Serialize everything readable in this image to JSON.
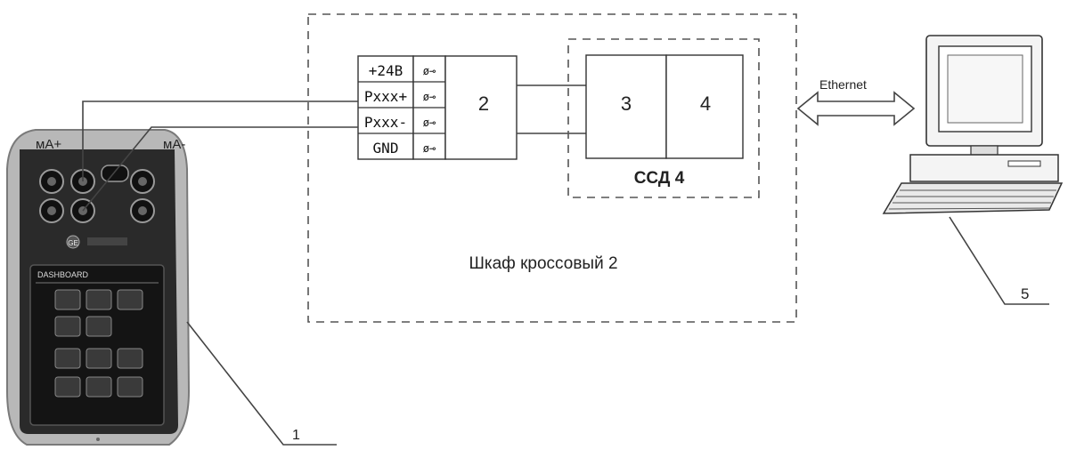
{
  "calibrator": {
    "label_ma_plus": "мА+",
    "label_ma_minus": "мА-",
    "brand_text": "GE",
    "screen_title": "DASHBOARD",
    "callout_number": "1"
  },
  "terminal_block": {
    "rows": [
      {
        "name": "+24В"
      },
      {
        "name": "Pxxx+"
      },
      {
        "name": "Pxxx-"
      },
      {
        "name": "GND"
      }
    ],
    "terminal_symbol": "ø⊸",
    "module_number": "2"
  },
  "cabinet": {
    "label": "Шкаф кроссовый 2"
  },
  "ssd": {
    "left_number": "3",
    "right_number": "4",
    "label": "ССД 4"
  },
  "network": {
    "label": "Ethernet"
  },
  "computer": {
    "callout_number": "5"
  }
}
